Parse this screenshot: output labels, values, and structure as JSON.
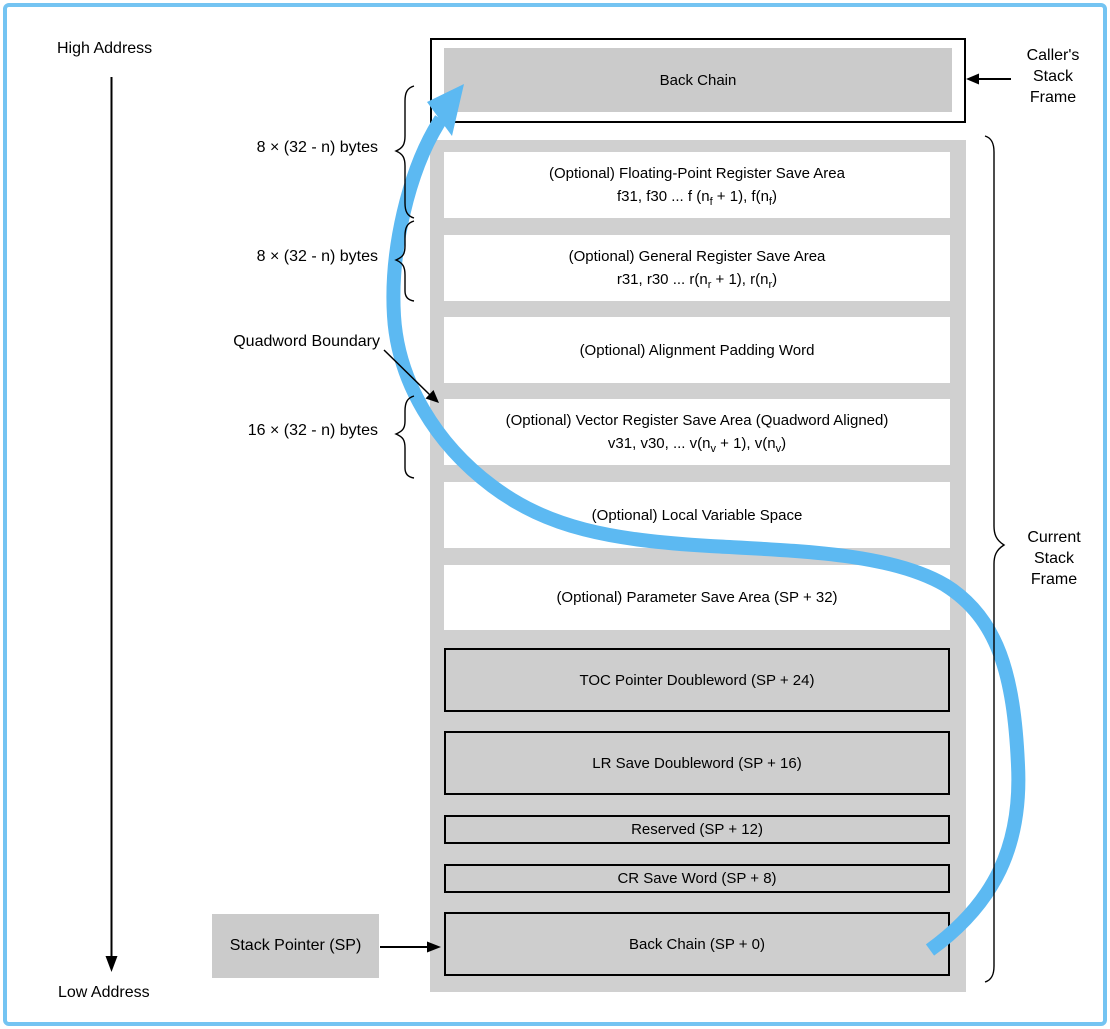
{
  "left": {
    "high_address": "High Address",
    "low_address": "Low Address",
    "size_labels": [
      {
        "text": "8 × (32 - n) bytes"
      },
      {
        "text": "8 × (32 - n) bytes"
      },
      {
        "text": "16 × (32 - n) bytes"
      }
    ],
    "quadword_boundary": "Quadword Boundary",
    "stack_pointer": "Stack Pointer (SP)"
  },
  "right": {
    "callers_frame": "Caller's\nStack\nFrame",
    "current_frame": "Current\nStack\nFrame"
  },
  "caller_frame_box": {
    "label": "Back Chain"
  },
  "stack_rows": [
    {
      "id": "fp-save",
      "line1": "(Optional) Floating-Point Register Save Area",
      "line2": "f31, f30 ... f (n~f~ + 1), f(n~f~)"
    },
    {
      "id": "gr-save",
      "line1": "(Optional) General Register Save Area",
      "line2": "r31, r30 ... r(n~r~ + 1), r(n~r~)"
    },
    {
      "id": "align-pad",
      "line1": "(Optional) Alignment Padding Word"
    },
    {
      "id": "vec-save",
      "line1": "(Optional) Vector Register Save Area (Quadword Aligned)",
      "line2": "v31, v30, ... v(n~v~ + 1), v(n~v~)"
    },
    {
      "id": "local-var",
      "line1": "(Optional) Local Variable Space"
    },
    {
      "id": "param-save",
      "line1": "(Optional) Parameter Save Area (SP + 32)"
    },
    {
      "id": "toc",
      "line1": "TOC Pointer Doubleword (SP + 24)"
    },
    {
      "id": "lr-save",
      "line1": "LR Save Doubleword (SP + 16)"
    },
    {
      "id": "reserved",
      "line1": "Reserved (SP + 12)"
    },
    {
      "id": "cr-save",
      "line1": "CR Save Word (SP + 8)"
    },
    {
      "id": "back-chain",
      "line1": "Back Chain (SP + 0)"
    }
  ],
  "colors": {
    "frame_border_blue": "#74C4F2",
    "arrow_blue": "#5CB9F2",
    "box_gray": "#CECECE",
    "column_gray": "#D0D0D0"
  }
}
